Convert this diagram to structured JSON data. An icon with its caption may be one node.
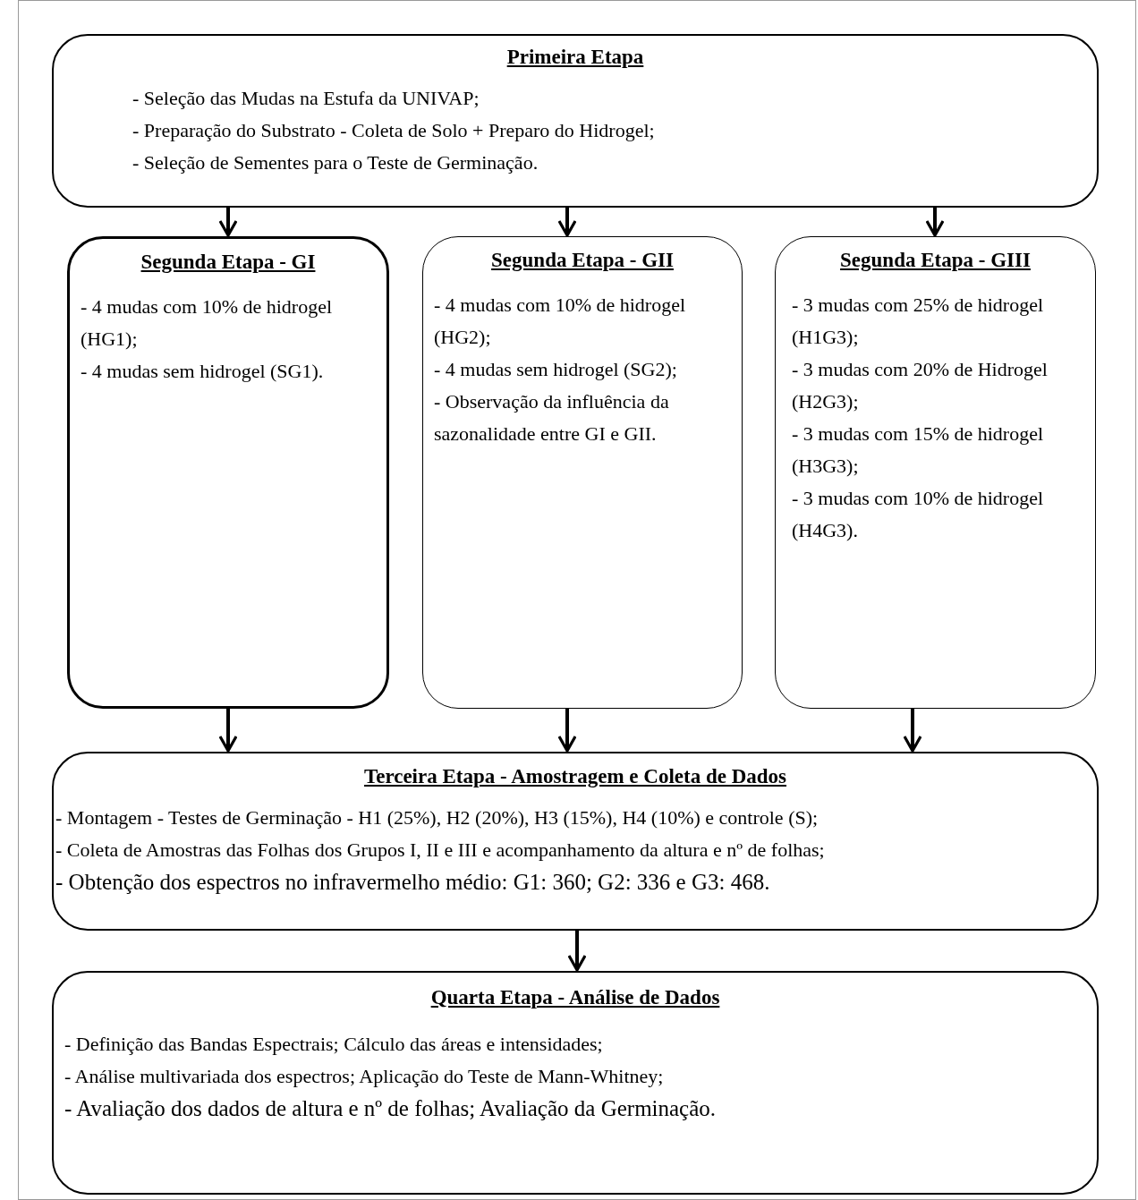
{
  "diagram": {
    "nodes": [
      {
        "text": [
          "Primeira Etapa",
          "- Seleção das Mudas na Estufa da UNIVAP;",
          "- Preparação do Substrato - Coleta de Solo + Preparo do Hidrogel;",
          "- Seleção de Sementes para o Teste de Germinação."
        ]
      },
      {
        "text": [
          "Segunda Etapa - GI",
          "- 4 mudas com 10% de hidrogel (HG1);",
          "- 4 mudas sem hidrogel (SG1)."
        ]
      },
      {
        "text": [
          "Segunda Etapa - GII",
          "- 4 mudas com 10% de hidrogel (HG2);",
          "- 4 mudas sem hidrogel (SG2);",
          "- Observação da influência da sazonalidade entre GI e GII."
        ]
      },
      {
        "text": [
          "Segunda Etapa - GIII",
          "- 3 mudas com 25% de hidrogel (H1G3);",
          "- 3 mudas com 20% de Hidrogel (H2G3);",
          "- 3 mudas com 15% de hidrogel (H3G3);",
          "- 3 mudas com 10% de hidrogel (H4G3)."
        ]
      },
      {
        "text": [
          "Terceira Etapa - Amostragem e Coleta de Dados",
          "- Montagem - Testes de Germinação - H1 (25%), H2 (20%), H3 (15%), H4 (10%) e controle (S);",
          "- Coleta de Amostras das Folhas dos Grupos I, II e III e acompanhamento da altura e nº de folhas;",
          "- Obtenção dos espectros no infravermelho médio: G1: 360; G2: 336 e G3: 468."
        ]
      },
      {
        "text": [
          "Quarta Etapa - Análise de Dados",
          "- Definição das Bandas Espectrais; Cálculo das áreas e intensidades;",
          "- Análise multivariada dos espectros; Aplicação do Teste de Mann-Whitney;",
          "- Avaliação dos dados de altura e nº de folhas; Avaliação da Germinação."
        ]
      }
    ],
    "edges": [
      {
        "from": 0,
        "to": 1,
        "arrow": "to"
      },
      {
        "from": 0,
        "to": 2,
        "arrow": "to"
      },
      {
        "from": 0,
        "to": 3,
        "arrow": "to"
      },
      {
        "from": 1,
        "to": 4,
        "arrow": "to"
      },
      {
        "from": 2,
        "to": 4,
        "arrow": "to"
      },
      {
        "from": 3,
        "to": 4,
        "arrow": "to"
      },
      {
        "from": 4,
        "to": 5,
        "arrow": "to"
      }
    ]
  }
}
